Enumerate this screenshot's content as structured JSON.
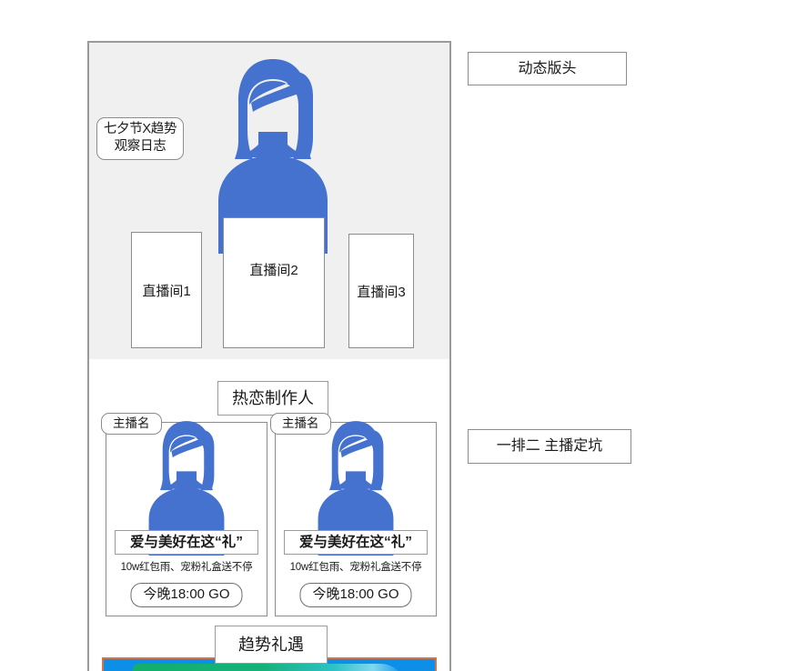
{
  "phone": {
    "hero": {
      "callout_badge_line1": "七夕节X趋势",
      "callout_badge_line2": "观察日志",
      "avatar_icon": "female-avatar-icon",
      "live_rooms": [
        {
          "label": "直播间1"
        },
        {
          "label": "直播间2"
        },
        {
          "label": "直播间3"
        }
      ]
    },
    "section_labels": {
      "hot_love_producer": "热恋制作人",
      "trend_gift": "趋势礼遇"
    },
    "anchor_cards": [
      {
        "name_badge": "主播名",
        "avatar_icon": "female-avatar-icon",
        "headline": "爱与美好在这“礼”",
        "subtitle": "10w红包雨、宠粉礼盒送不停",
        "cta": "今晚18:00 GO"
      },
      {
        "name_badge": "主播名",
        "avatar_icon": "female-avatar-icon",
        "headline": "爱与美好在这“礼”",
        "subtitle": "10w红包雨、宠粉礼盒送不停",
        "cta": "今晚18:00 GO"
      }
    ]
  },
  "annotations": [
    {
      "label": "动态版头"
    },
    {
      "label": "一排二 主播定坑"
    }
  ],
  "colors": {
    "avatar_blue": "#4472ce",
    "banner_gray": "#f0f0f0",
    "frame_border": "#9a9a9a",
    "strip_blue": "#0d8fe8",
    "strip_green": "#12b06a",
    "strip_border_orange": "#d2734a"
  }
}
